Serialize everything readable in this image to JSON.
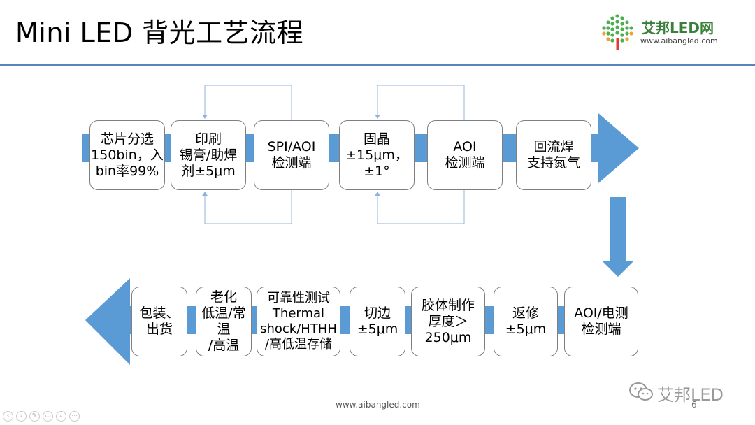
{
  "slide": {
    "title": "Mini LED 背光工艺流程",
    "footer_url": "www.aibangled.com",
    "page_number": "6"
  },
  "logo": {
    "name": "艾邦LED网",
    "url": "www.aibangled.com"
  },
  "watermark": {
    "text": "艾邦LED"
  },
  "colors": {
    "accent_blue": "#5b9bd5",
    "rule_blue": "#5b84bd",
    "logo_green": "#3a7f3a"
  },
  "flow": {
    "top_row": [
      {
        "label": "芯片分选\n150bin，入\nbin率99%"
      },
      {
        "label": "印刷\n锡膏/助焊\n剂±5μm"
      },
      {
        "label": "SPI/AOI\n检测端"
      },
      {
        "label": "固晶\n±15μm，\n±1°"
      },
      {
        "label": "AOI\n检测端"
      },
      {
        "label": "回流焊\n支持氮气"
      }
    ],
    "bottom_row": [
      {
        "label": "包装、\n出货"
      },
      {
        "label": "老化\n低温/常温\n/高温"
      },
      {
        "label": "可靠性测试\nThermal\nshock/HTHH\n/高低温存储"
      },
      {
        "label": "切边\n±5μm"
      },
      {
        "label": "胶体制作\n厚度＞\n250μm"
      },
      {
        "label": "返修\n±5μm"
      },
      {
        "label": "AOI/电测\n检测端"
      }
    ]
  },
  "player_controls": [
    "prev-icon",
    "next-icon",
    "pen-icon",
    "slides-icon",
    "zoom-icon",
    "more-icon"
  ]
}
